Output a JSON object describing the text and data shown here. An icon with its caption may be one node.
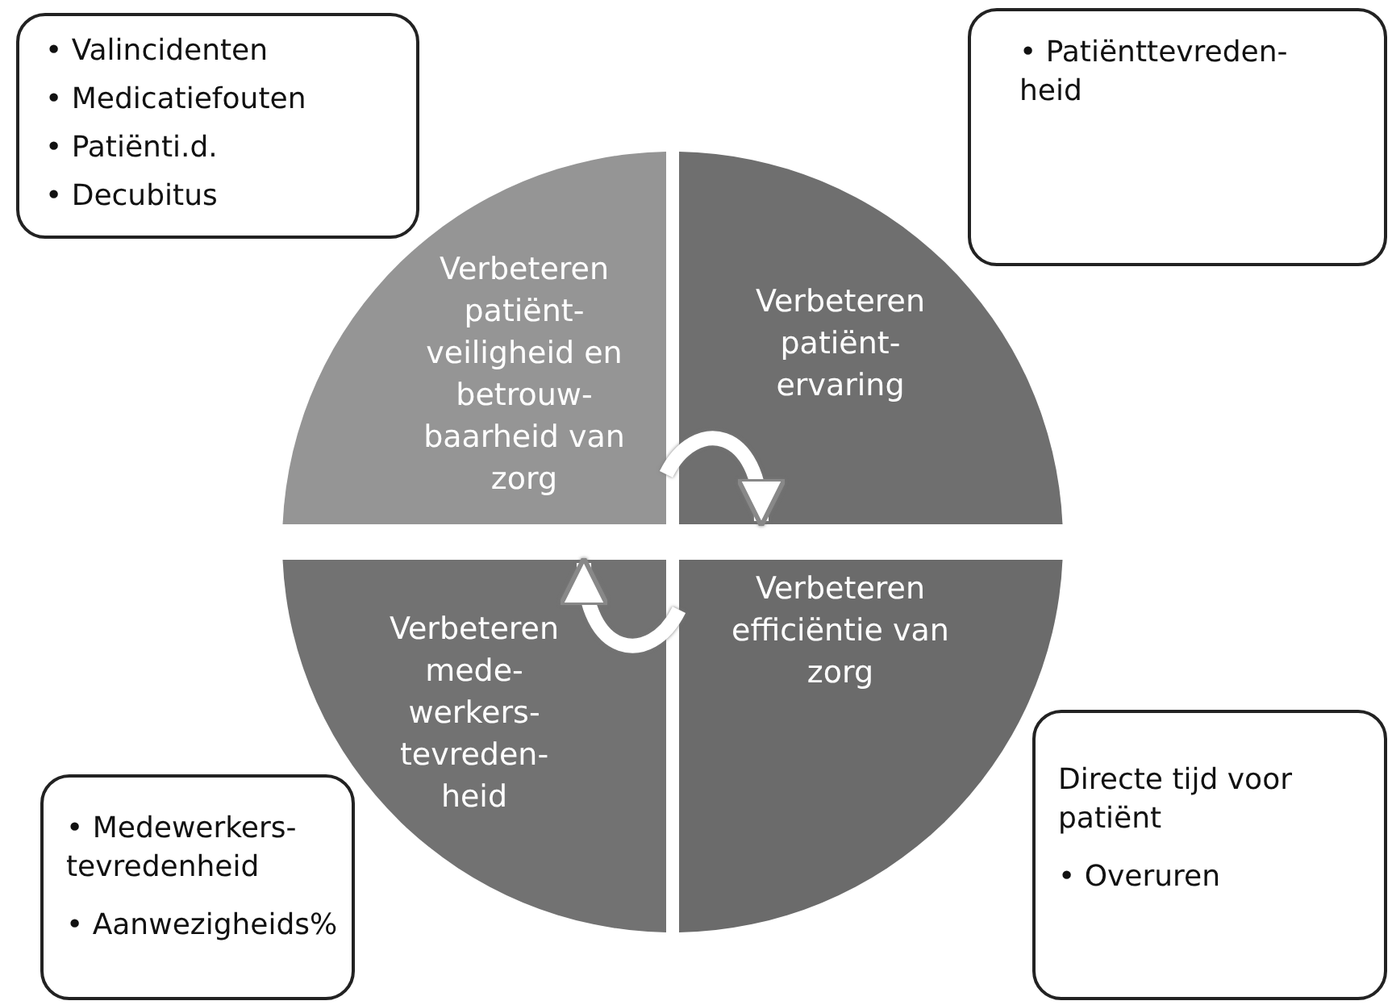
{
  "diagram": {
    "nodes": [
      {
        "text": [
          "• Valincidenten",
          "• Medicatiefouten",
          "• Patiënti.d.",
          "• Decubitus"
        ]
      },
      {
        "text": [
          "• Patiënttevreden- heid"
        ]
      },
      {
        "text": [
          "Verbeteren patiënt- veiligheid en betrouw- baarheid van zorg"
        ]
      },
      {
        "text": [
          "Verbeteren patiënt- ervaring"
        ]
      },
      {
        "text": [
          "Verbeteren mede- werkers- tevreden- heid"
        ]
      },
      {
        "text": [
          "Verbeteren efficiëntie van zorg"
        ]
      },
      {
        "text": [
          "• Medewerkers- tevredenheid",
          "• Aanwezigheids%"
        ]
      },
      {
        "text": [
          "Directe tijd voor patiënt",
          "• Overuren"
        ]
      }
    ],
    "edges": [
      {
        "from": 2,
        "to": 3,
        "arrow": "to"
      },
      {
        "from": 5,
        "to": 4,
        "arrow": "to"
      }
    ]
  }
}
